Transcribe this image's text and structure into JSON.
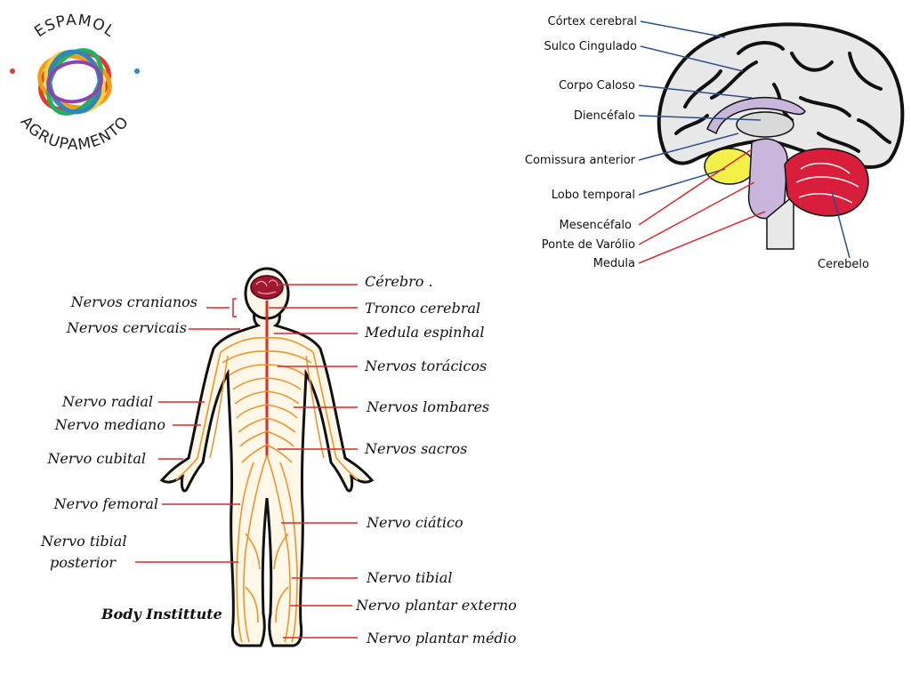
{
  "logo": {
    "top_text": "ESPAMOL",
    "bottom_text": "AGRUPAMENTO",
    "ring_colors": [
      "#e23b2e",
      "#f39c12",
      "#f4d03f",
      "#27ae60",
      "#2e86c1",
      "#8e44ad"
    ]
  },
  "brain_diagram": {
    "left_labels": [
      "Córtex cerebral",
      "Sulco Cingulado",
      "Corpo Caloso",
      "Diencéfalo",
      "Comissura anterior",
      "Lobo temporal",
      "Mesencéfalo",
      "Ponte de Varólio",
      "Medula"
    ],
    "right_label": "Cerebelo",
    "leader_colors": {
      "upper": "#2b4f8c",
      "lower": "#d62b2b"
    }
  },
  "body_diagram": {
    "left_labels": [
      "Nervos cranianos",
      "Nervos cervicais",
      "Nervo radial",
      "Nervo mediano",
      "Nervo cubital",
      "Nervo femoral",
      "Nervo tibial",
      "posterior"
    ],
    "right_labels": [
      "Cérebro .",
      "Tronco cerebral",
      "Medula espinhal",
      "Nervos torácicos",
      "Nervos lombares",
      "Nervos sacros",
      "Nervo ciático",
      "Nervo tibial",
      "Nervo plantar externo",
      "Nervo plantar médio"
    ],
    "credit": "Body Instittute",
    "nerve_color": "#f0932b",
    "leader_color": "#d62b2b"
  }
}
